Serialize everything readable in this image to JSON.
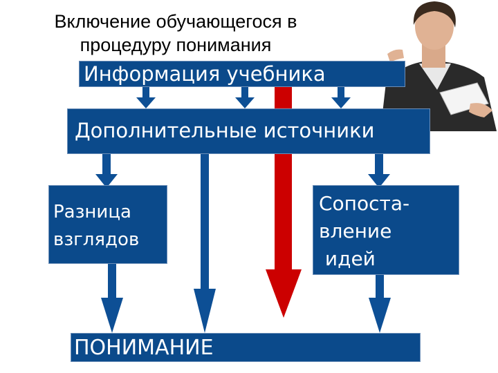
{
  "title": {
    "line1": "Включение обучающегося в",
    "line2": "процедуру понимания"
  },
  "boxes": {
    "info": "Информация учебника",
    "extra": "Дополнительные источники",
    "diff_line1": "Разница",
    "diff_line2": "взглядов",
    "compare_line1": "Сопоста-",
    "compare_line2": "вление",
    "compare_line3": " идей",
    "understanding": "ПОНИМАНИЕ"
  },
  "colors": {
    "box_fill": "#0b4a8b",
    "arrow_blue": "#0d4f95",
    "arrow_red": "#cc0000"
  }
}
